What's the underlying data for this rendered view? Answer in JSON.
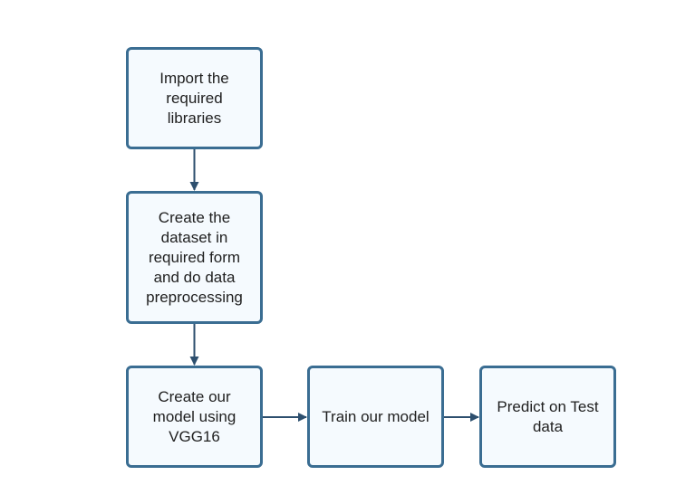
{
  "diagram": {
    "nodes": [
      {
        "id": "import",
        "label": "Import the\nrequired\nlibraries"
      },
      {
        "id": "dataset",
        "label": "Create the\ndataset in\nrequired form\nand do data\npreprocessing"
      },
      {
        "id": "model",
        "label": "Create our\nmodel using\nVGG16"
      },
      {
        "id": "train",
        "label": "Train our model"
      },
      {
        "id": "predict",
        "label": "Predict on Test\ndata"
      }
    ],
    "edges": [
      {
        "from": "import",
        "to": "dataset"
      },
      {
        "from": "dataset",
        "to": "model"
      },
      {
        "from": "model",
        "to": "train"
      },
      {
        "from": "train",
        "to": "predict"
      }
    ],
    "colors": {
      "border": "#3a6d92",
      "fill": "#f5fafe",
      "arrow": "#2d4f6e",
      "text": "#1f1f1f"
    }
  }
}
